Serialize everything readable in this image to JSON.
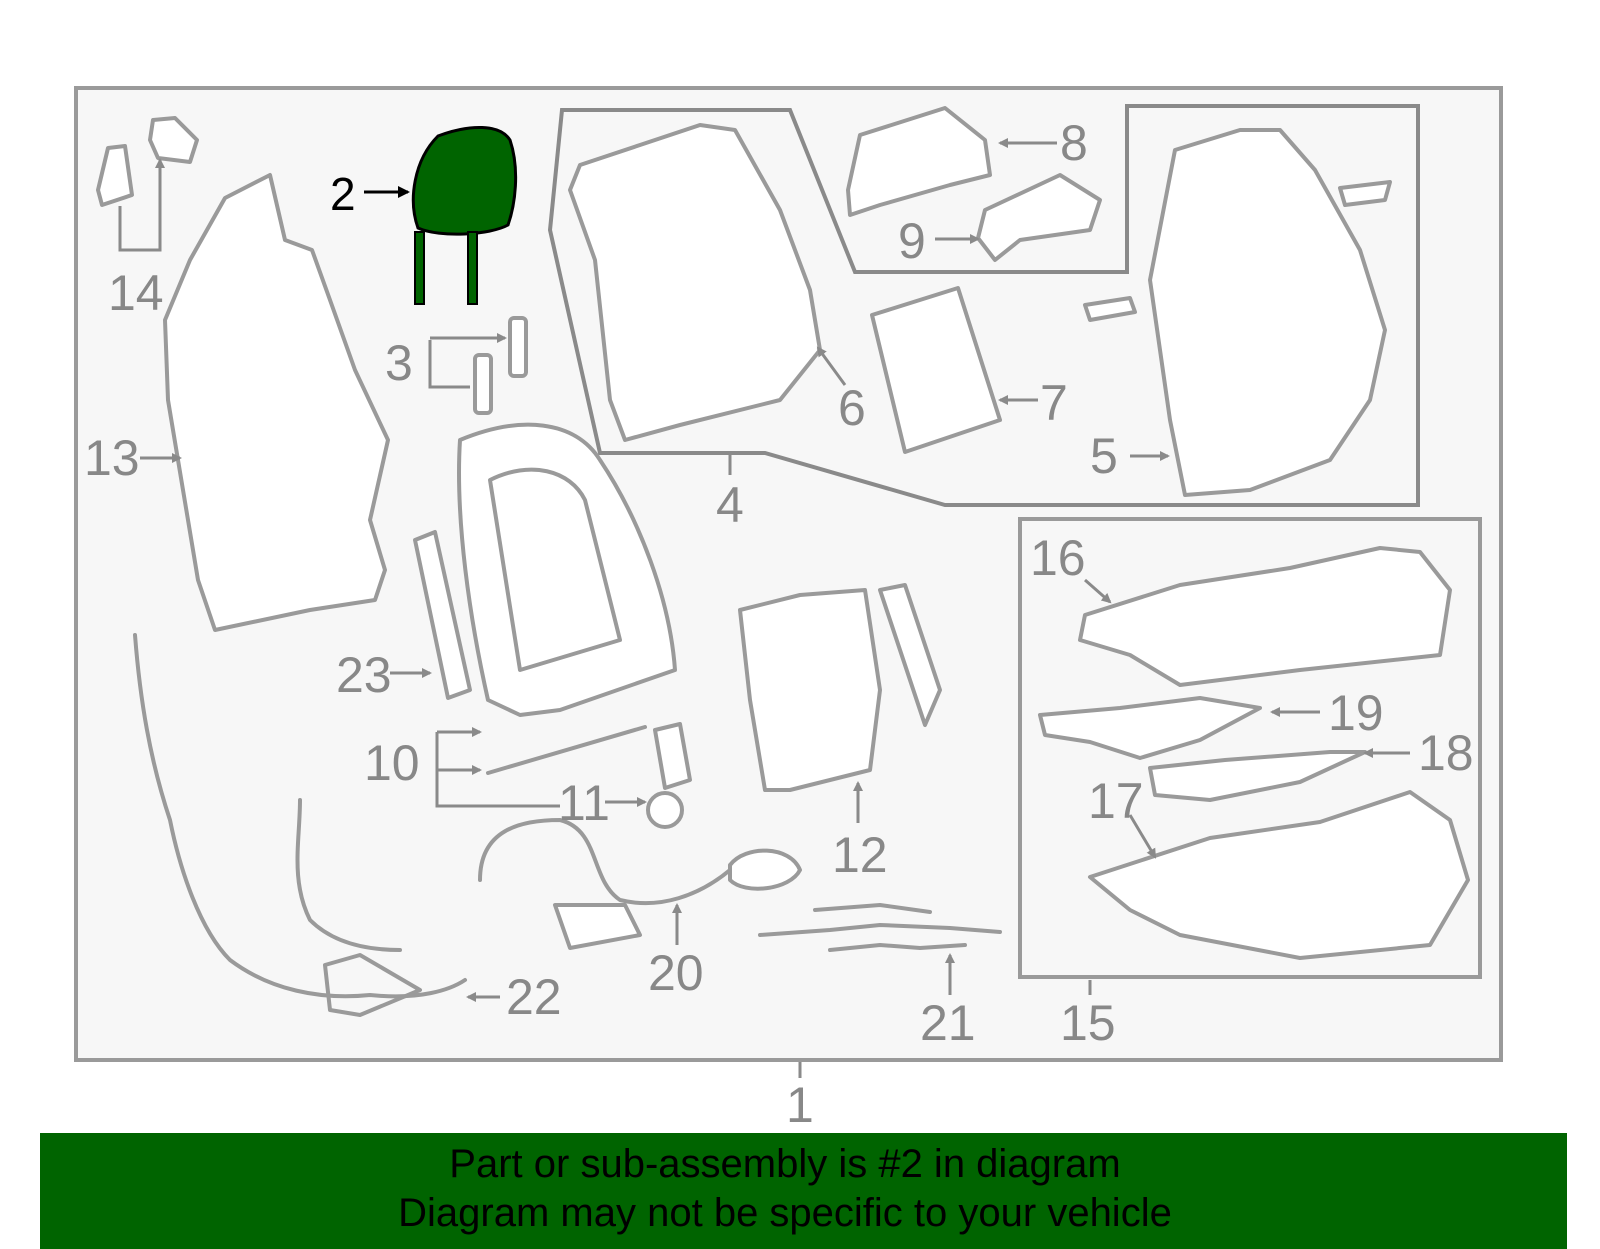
{
  "diagram": {
    "highlight_color": "#006400",
    "highlighted_callout": "2",
    "callouts": {
      "c1": "1",
      "c2": "2",
      "c3": "3",
      "c4": "4",
      "c5": "5",
      "c6": "6",
      "c7": "7",
      "c8": "8",
      "c9": "9",
      "c10": "10",
      "c11": "11",
      "c12": "12",
      "c13": "13",
      "c14": "14",
      "c15": "15",
      "c16": "16",
      "c17": "17",
      "c18": "18",
      "c19": "19",
      "c20": "20",
      "c21": "21",
      "c22": "22",
      "c23": "23"
    }
  },
  "banner": {
    "line1": "Part or sub-assembly is #2 in diagram",
    "line2": "Diagram may not be specific to your vehicle",
    "background": "#006400"
  }
}
